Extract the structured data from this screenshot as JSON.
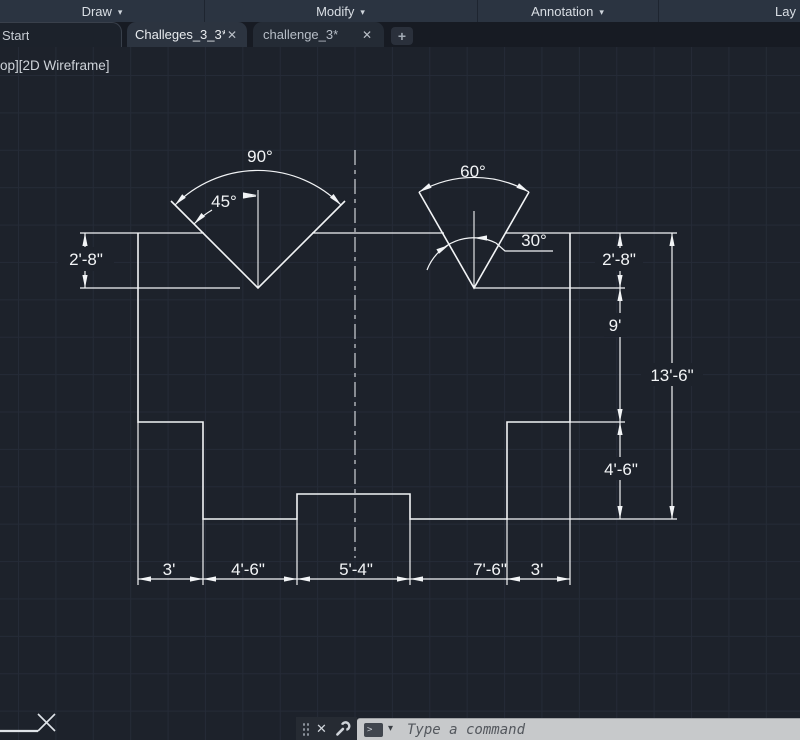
{
  "ribbon": {
    "panels": [
      {
        "label": "Draw"
      },
      {
        "label": "Modify"
      },
      {
        "label": "Annotation"
      },
      {
        "label": "Lay"
      }
    ]
  },
  "icons": {
    "close": "✕",
    "caret": "▾",
    "plus": "+",
    "prompt": ">"
  },
  "tabs": [
    {
      "label": "Start"
    },
    {
      "label": "Challeges_3_3*"
    },
    {
      "label": "challenge_3*"
    }
  ],
  "viewport_label": "op][2D Wireframe]",
  "command": {
    "placeholder": "Type a command"
  },
  "drawing": {
    "angles": {
      "a90": "90°",
      "a45": "45°",
      "a60": "60°",
      "a30": "30°"
    },
    "dims": {
      "left_height": "2'-8\"",
      "right_height": "2'-8\"",
      "right_mid": "9'",
      "overall_height": "13'-6\"",
      "right_step": "4'-6\"",
      "bottom_1": "3'",
      "bottom_2": "4'-6\"",
      "bottom_3": "5'-4\"",
      "bottom_4": "7'-6\"",
      "bottom_5": "3'"
    }
  },
  "colors": {
    "canvas_bg": "#1d222b",
    "grid_line": "#252b37",
    "drawing_line": "#f2f4f6",
    "ribbon_bg": "#2b3441",
    "tab_active_bg": "#2c3440",
    "command_field_bg": "#c7c9cb"
  }
}
